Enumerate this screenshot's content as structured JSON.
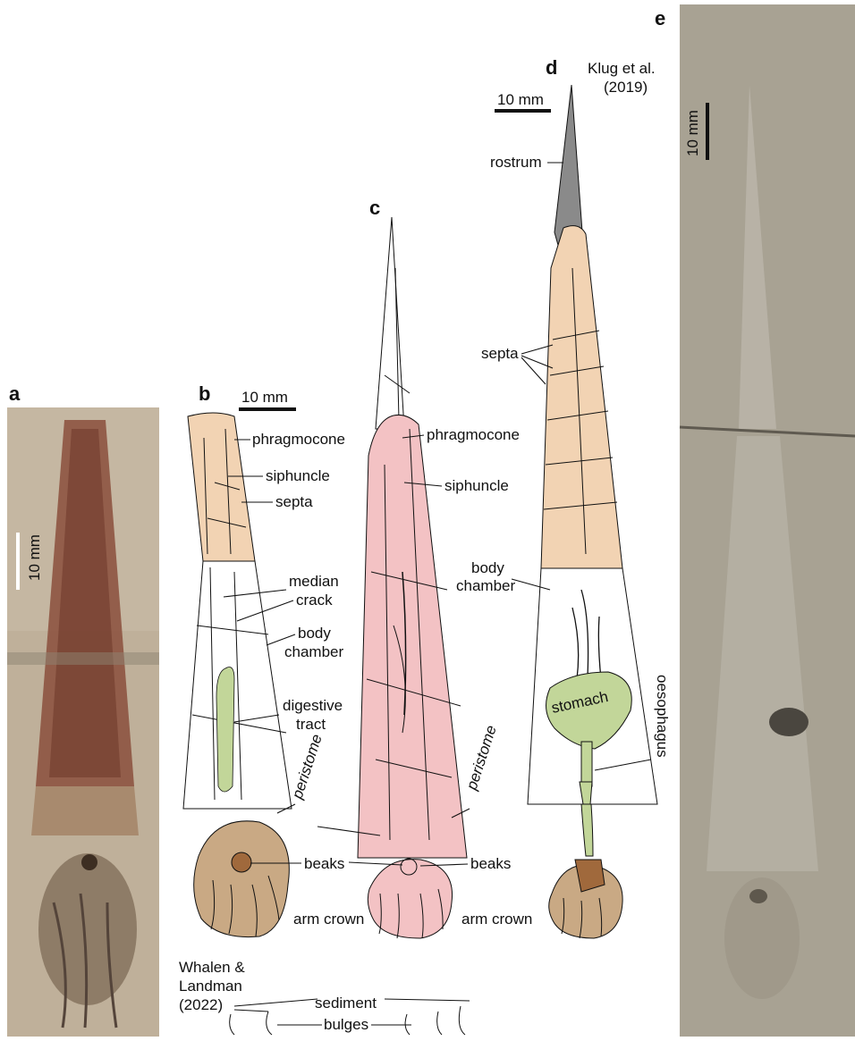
{
  "panels": {
    "a": "a",
    "b": "b",
    "c": "c",
    "d": "d",
    "e": "e"
  },
  "scale_bars": {
    "a": "10 mm",
    "b": "10 mm",
    "d": "10 mm",
    "e": "10 mm"
  },
  "citations": {
    "klug_line1": "Klug et al.",
    "klug_line2": "(2019)",
    "whalen_line1": "Whalen &",
    "whalen_line2": "Landman",
    "whalen_line3": "(2022)"
  },
  "labels_b": {
    "phragmocone": "phragmocone",
    "siphuncle": "siphuncle",
    "septa": "septa",
    "median": "median",
    "crack": "crack",
    "body": "body",
    "chamber": "chamber",
    "digestive": "digestive",
    "tract": "tract",
    "peristome": "peristome",
    "beaks": "beaks",
    "arm_crown": "arm crown"
  },
  "labels_c": {
    "phragmocone": "phragmocone",
    "siphuncle": "siphuncle",
    "peristome": "peristome",
    "beaks": "beaks",
    "arm_crown": "arm crown"
  },
  "labels_d": {
    "rostrum": "rostrum",
    "septa": "septa",
    "body": "body",
    "chamber": "chamber",
    "stomach": "stomach",
    "oesophagus": "oesophagus"
  },
  "labels_bottom": {
    "sediment": "sediment",
    "bulges": "bulges"
  },
  "colors": {
    "phragmocone_fill": "#f2d3b3",
    "digestive_fill": "#c2d699",
    "body_pink": "#f3c2c4",
    "rostrum_grey": "#8a8a8a",
    "beak_brown": "#a0693c",
    "arm_tan": "#c9a984",
    "fossil_bg": "#a49d8e"
  }
}
